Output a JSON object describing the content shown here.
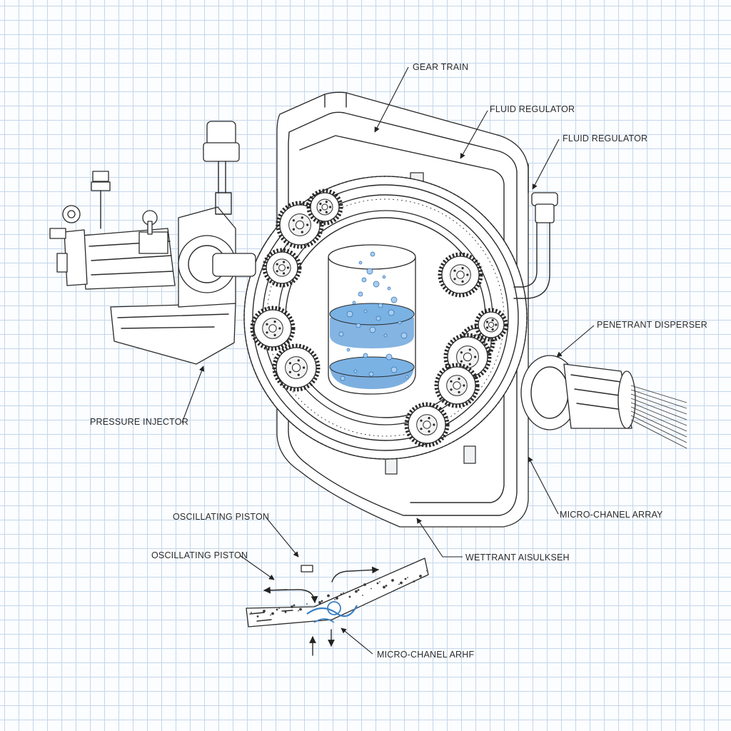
{
  "labels": {
    "gear_train": "GEAR TRAIN",
    "fluid_regulator_1": "FLUID REGULATOR",
    "fluid_regulator_2": "FLUID REGULATOR",
    "penetrant_disperser": "PENETRANT DISPERSER",
    "pressure_injector": "PRESSURE INJECTOR",
    "micro_channel_array_1": "MICRO-CHANEL ARRAY",
    "oscillating_piston_1": "OSCILLATING PISTON",
    "oscillating_piston_2": "OSCILLATING PISTON",
    "wettrant": "WETTRANT AISULKSEH",
    "micro_channel_array_2": "MICRO-CHANEL ARHF"
  },
  "colors": {
    "grid": "#c4d6ea",
    "ink": "#2a2a2a",
    "fluid": "#5b9bd8",
    "fluid_light": "#a9cdef"
  }
}
